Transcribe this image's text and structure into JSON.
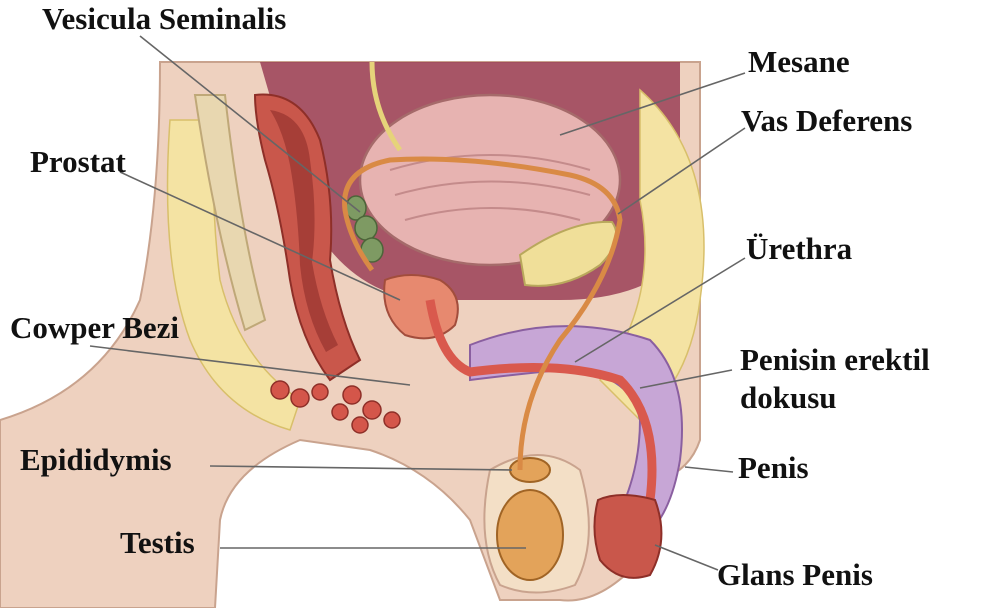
{
  "labels": {
    "vesicula_seminalis": "Vesicula Seminalis",
    "mesane": "Mesane",
    "vas_deferens": "Vas Deferens",
    "prostat": "Prostat",
    "urethra": "Ürethra",
    "cowper_bezi": "Cowper Bezi",
    "penisin_erektil_line1": "Penisin erektil",
    "penisin_erektil_line2": "dokusu",
    "epididymis": "Epididymis",
    "penis": "Penis",
    "testis": "Testis",
    "glans_penis": "Glans Penis"
  },
  "colors": {
    "skin": "#eed1bf",
    "fat": "#f4e3a3",
    "muscle": "#c9574b",
    "bladder": "#e7b3b1",
    "vas": "#d98a45",
    "erectile": "#c7a6d6",
    "testis": "#e3a35a",
    "seminal": "#7e9a63",
    "leader": "#666666"
  }
}
